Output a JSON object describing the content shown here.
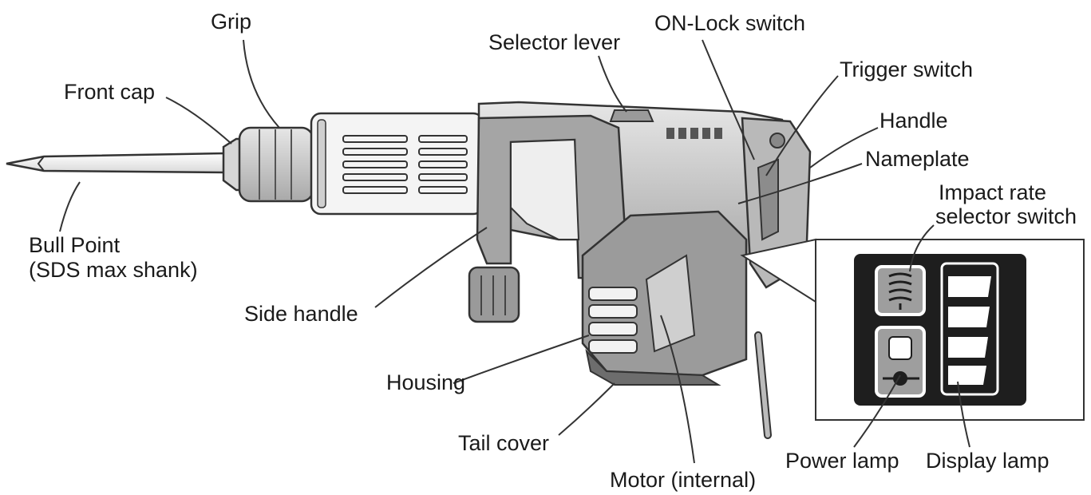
{
  "labels": {
    "grip": "Grip",
    "front_cap": "Front cap",
    "selector_lever": "Selector lever",
    "on_lock_switch": "ON-Lock switch",
    "trigger_switch": "Trigger switch",
    "handle": "Handle",
    "nameplate": "Nameplate",
    "impact_rate_line1": "Impact rate",
    "impact_rate_line2": "selector switch",
    "bull_point_line1": "Bull Point",
    "bull_point_line2": "(SDS max shank)",
    "side_handle": "Side handle",
    "housing": "Housing",
    "tail_cover": "Tail cover",
    "motor": "Motor (internal)",
    "power_lamp": "Power lamp",
    "display_lamp": "Display lamp"
  },
  "colors": {
    "line": "#333333",
    "body_light": "#f2f2f2",
    "body_mid": "#cfcfcf",
    "body_dark": "#8a8a8a",
    "panel_dark": "#1e1e1e"
  },
  "icons": {
    "impact_selector": "spring-coil-icon",
    "power": "plug-icon"
  }
}
